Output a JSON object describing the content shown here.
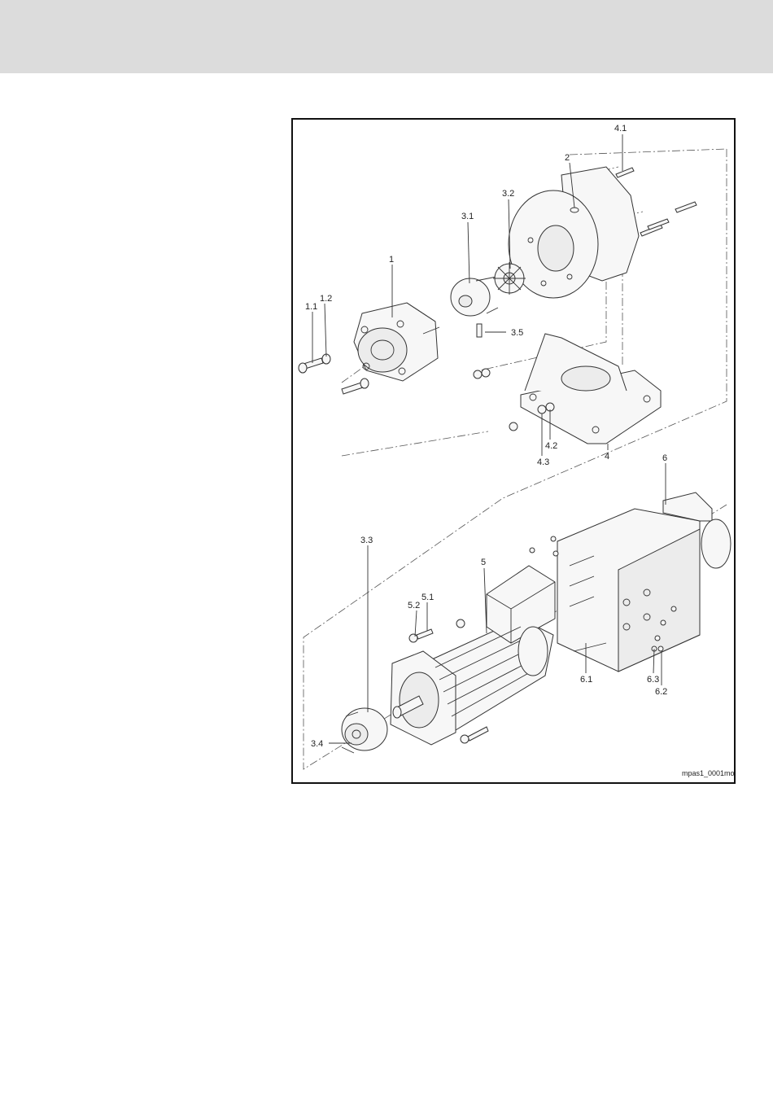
{
  "figure": {
    "callouts": {
      "p1": "1",
      "p1_1": "1.1",
      "p1_2": "1.2",
      "p2": "2",
      "p3_1": "3.1",
      "p3_2": "3.2",
      "p3_3": "3.3",
      "p3_4": "3.4",
      "p3_5": "3.5",
      "p4": "4",
      "p4_1": "4.1",
      "p4_2": "4.2",
      "p4_3": "4.3",
      "p5": "5",
      "p5_1": "5.1",
      "p5_2": "5.2",
      "p6": "6",
      "p6_1": "6.1",
      "p6_2": "6.2",
      "p6_3": "6.3"
    },
    "code": "mpas1_0001mo"
  }
}
